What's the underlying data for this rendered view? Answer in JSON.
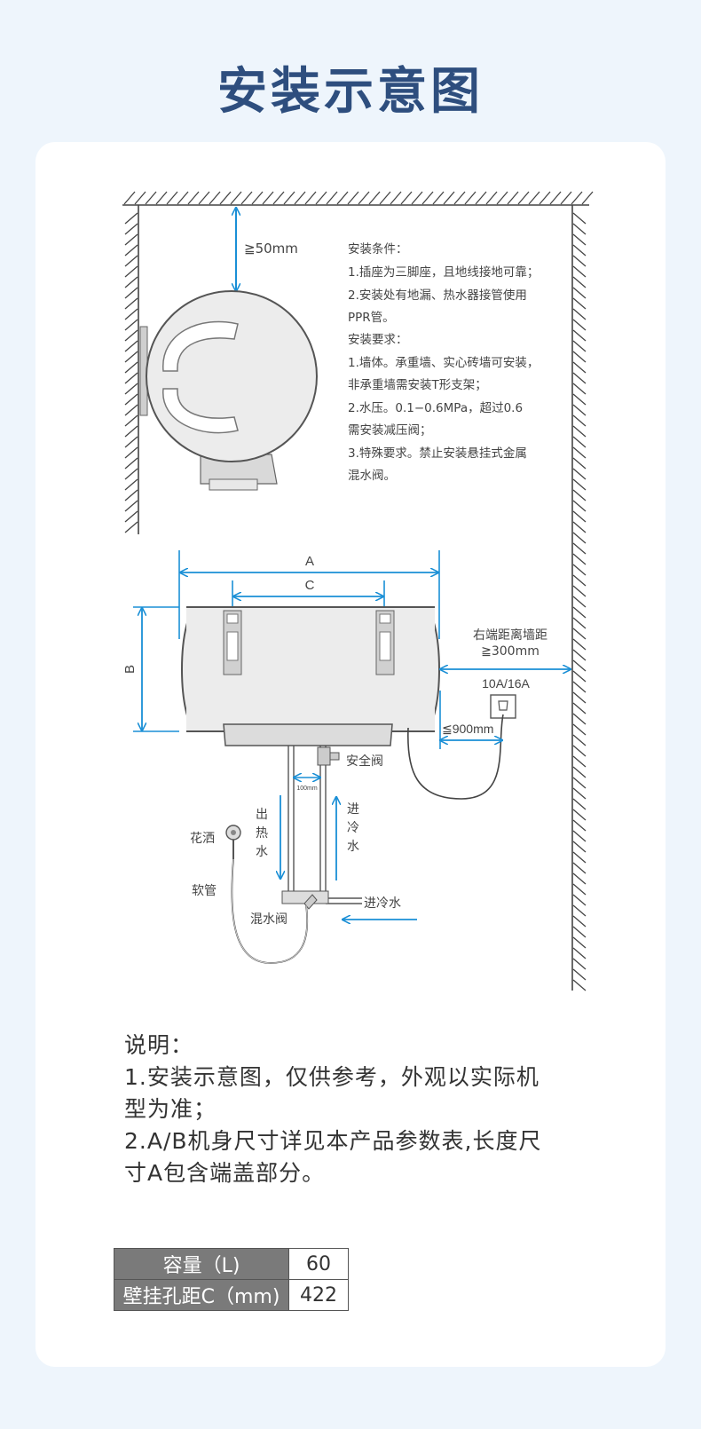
{
  "page": {
    "title": "安装示意图"
  },
  "colors": {
    "title": "#2e4e7e",
    "dimension_arrow": "#1a8fd6",
    "background": "#eef5fc",
    "card": "#ffffff"
  },
  "diagram": {
    "top_clearance": "≧50mm",
    "conditions_title": "安装条件：",
    "conditions": [
      "1.插座为三脚座，且地线接地可靠；",
      "2.安装处有地漏、热水器接管使用",
      "PPR管。"
    ],
    "requirements_title": "安装要求：",
    "requirements": [
      "1.墙体。承重墙、实心砖墙可安装，",
      "非承重墙需安装T形支架；",
      "2.水压。0.1−0.6MPa，超过0.6",
      "需安装减压阀；",
      "3.特殊要求。禁止安装悬挂式金属",
      "混水阀。"
    ],
    "label_a": "A",
    "label_b": "B",
    "label_c": "C",
    "right_wall_label_1": "右端距离墙距",
    "right_wall_label_2": "≧300mm",
    "socket_rating": "10A/16A",
    "cable_label": "≦900mm",
    "safety_valve": "安全阀",
    "pipe_gap": "100mm",
    "hot_out": [
      "出",
      "热",
      "水"
    ],
    "cold_in_vertical": [
      "进",
      "冷",
      "水"
    ],
    "shower": "花洒",
    "hose": "软管",
    "mixer": "混水阀",
    "cold_in": "进冷水"
  },
  "notes": {
    "title": "说明：",
    "lines": [
      "1.安装示意图，仅供参考，外观以实际机",
      "型为准；",
      "2.A/B机身尺寸详见本产品参数表,长度尺",
      "寸A包含端盖部分。"
    ]
  },
  "spec_table": {
    "rows": [
      {
        "label": "容量（L)",
        "value": "60"
      },
      {
        "label": "壁挂孔距C（mm)",
        "value": "422"
      }
    ]
  }
}
